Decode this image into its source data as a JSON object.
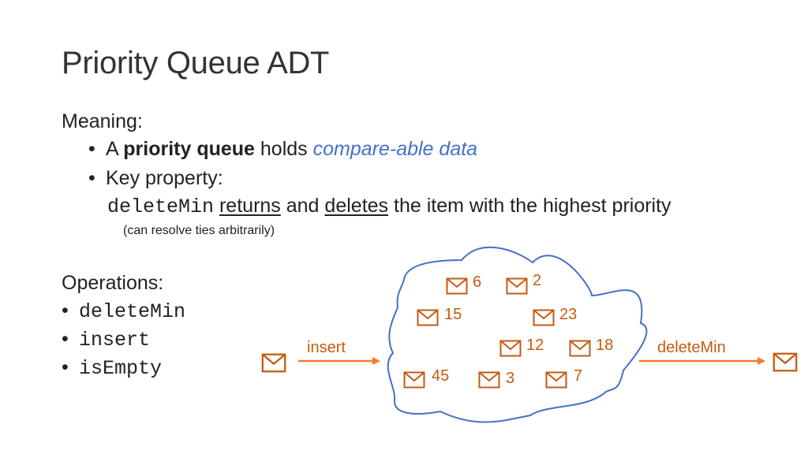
{
  "slide": {
    "title": "Priority Queue ADT",
    "meaning_label": "Meaning:",
    "bullet1": {
      "a": "A",
      "term": "priority queue",
      "holds": "holds",
      "data": "compare-able data"
    },
    "bullet2": {
      "label": "Key property:"
    },
    "property": {
      "fn": "deleteMin",
      "returns": "returns",
      "and": "and",
      "deletes": "deletes",
      "rest": "the item with the highest priority"
    },
    "note": "(can resolve ties arbitrarily)",
    "operations_label": "Operations:",
    "operations": [
      "deleteMin",
      "insert",
      "isEmpty"
    ],
    "bullet_glyph": "•"
  },
  "diagram": {
    "insert_label": "insert",
    "deletemin_label": "deleteMin",
    "queue_items": [
      "6",
      "2",
      "15",
      "23",
      "12",
      "18",
      "45",
      "3",
      "7"
    ],
    "colors": {
      "cloud": "#4472C4",
      "item": "#C55A11",
      "arrow": "#ED7D31"
    },
    "icon": "envelope-icon"
  }
}
